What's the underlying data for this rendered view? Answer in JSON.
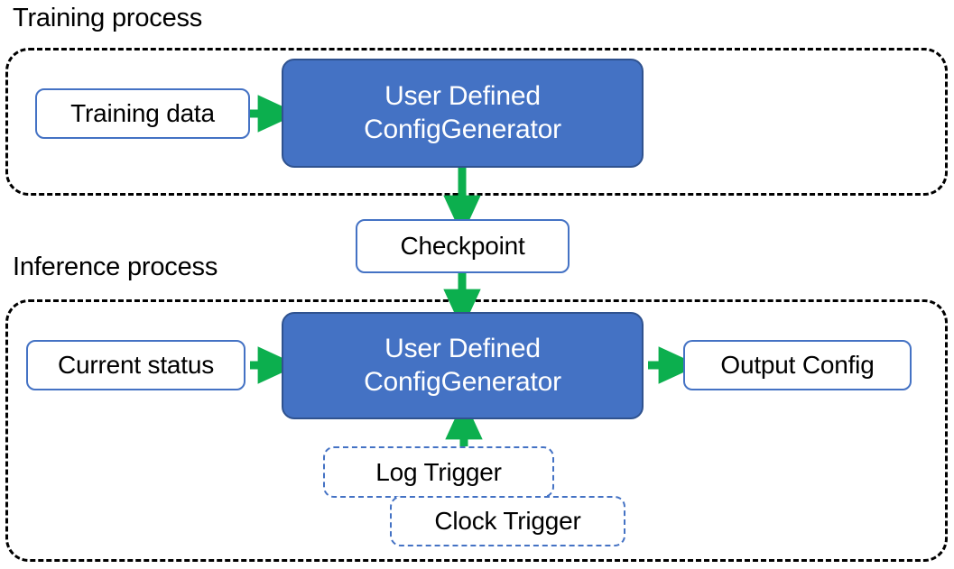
{
  "diagram": {
    "title_training": "Training process",
    "title_inference": "Inference process",
    "colors": {
      "process_fill": "#4472C4",
      "process_stroke": "#2F528F",
      "node_stroke": "#4472C4",
      "arrow": "#00B050",
      "container_stroke": "#000000",
      "text_dark": "#000000",
      "text_light": "#FFFFFF"
    }
  },
  "training": {
    "label": "Training process",
    "nodes": {
      "training_data": "Training data",
      "config_generator_line1": "User Defined",
      "config_generator_line2": "ConfigGenerator"
    }
  },
  "bridge": {
    "checkpoint": "Checkpoint"
  },
  "inference": {
    "label": "Inference process",
    "nodes": {
      "current_status": "Current status",
      "config_generator_line1": "User Defined",
      "config_generator_line2": "ConfigGenerator",
      "output_config": "Output Config",
      "log_trigger": "Log Trigger",
      "clock_trigger": "Clock Trigger"
    }
  },
  "edges": [
    {
      "from": "Training data",
      "to": "User Defined ConfigGenerator"
    },
    {
      "from": "User Defined ConfigGenerator",
      "to": "Checkpoint"
    },
    {
      "from": "Checkpoint",
      "to": "User Defined ConfigGenerator"
    },
    {
      "from": "Current status",
      "to": "User Defined ConfigGenerator"
    },
    {
      "from": "User Defined ConfigGenerator",
      "to": "Output Config"
    },
    {
      "from": "Log Trigger",
      "to": "User Defined ConfigGenerator"
    }
  ]
}
